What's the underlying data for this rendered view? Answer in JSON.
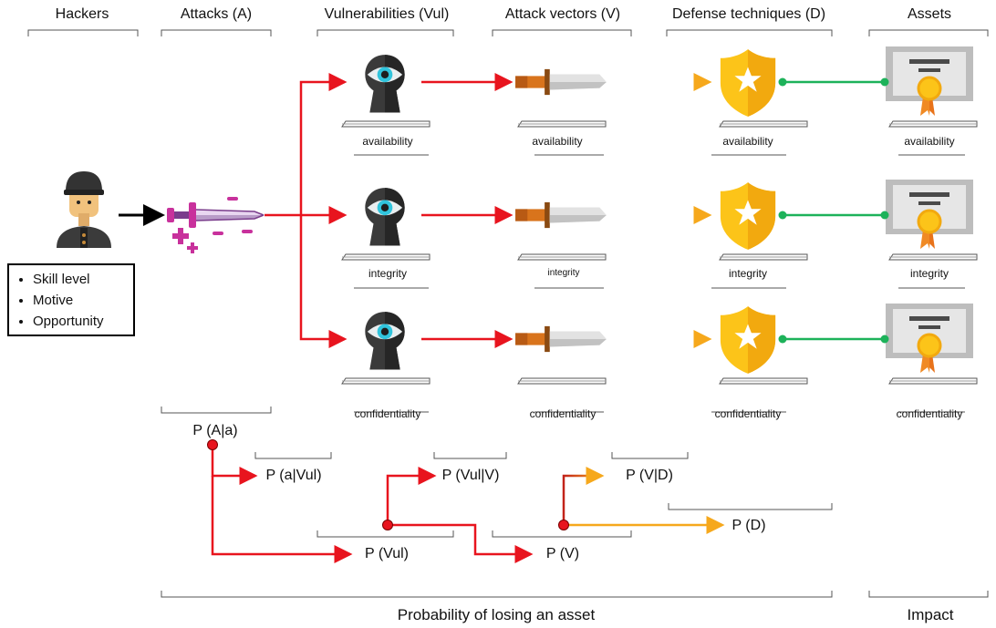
{
  "headers": {
    "hackers": "Hackers",
    "attacks": "Attacks (A)",
    "vulnerabilities": "Vulnerabilities (Vul)",
    "attack_vectors": "Attack vectors (V)",
    "defense": "Defense techniques (D)",
    "assets": "Assets"
  },
  "hacker_attributes": [
    "Skill level",
    "Motive",
    "Opportunity"
  ],
  "rows": [
    {
      "vul": "availability",
      "vec": "availability",
      "def": "availability",
      "asset": "availability"
    },
    {
      "vul": "integrity",
      "vec": "integrity",
      "def": "integrity",
      "asset": "integrity"
    },
    {
      "vul": "confidentiality",
      "vec": "confidentiality",
      "def": "confidentiality",
      "asset": "confidentiality"
    }
  ],
  "probabilities": {
    "p_a_given_a": "P (A|a)",
    "p_a_given_vul": "P (a|Vul)",
    "p_vul": "P (Vul)",
    "p_vul_given_v": "P (Vul|V)",
    "p_v": "P (V)",
    "p_v_given_d": "P (V|D)",
    "p_d": "P (D)"
  },
  "footer": {
    "probability_label": "Probability of losing an asset",
    "impact_label": "Impact"
  },
  "colors": {
    "attack_flow": "#e8141e",
    "defense_flow": "#f6a81c",
    "asset_link": "#1db25a",
    "shield": "#fcc419",
    "keyhole": "#3a3a3a",
    "eye": "#31c4dc",
    "sword": "#c8319c"
  },
  "icons": {
    "hacker": "hacker-icon",
    "attack": "sword-icon",
    "vulnerability": "keyhole-eye-icon",
    "vector": "knife-icon",
    "defense": "shield-star-icon",
    "asset": "certificate-icon"
  }
}
